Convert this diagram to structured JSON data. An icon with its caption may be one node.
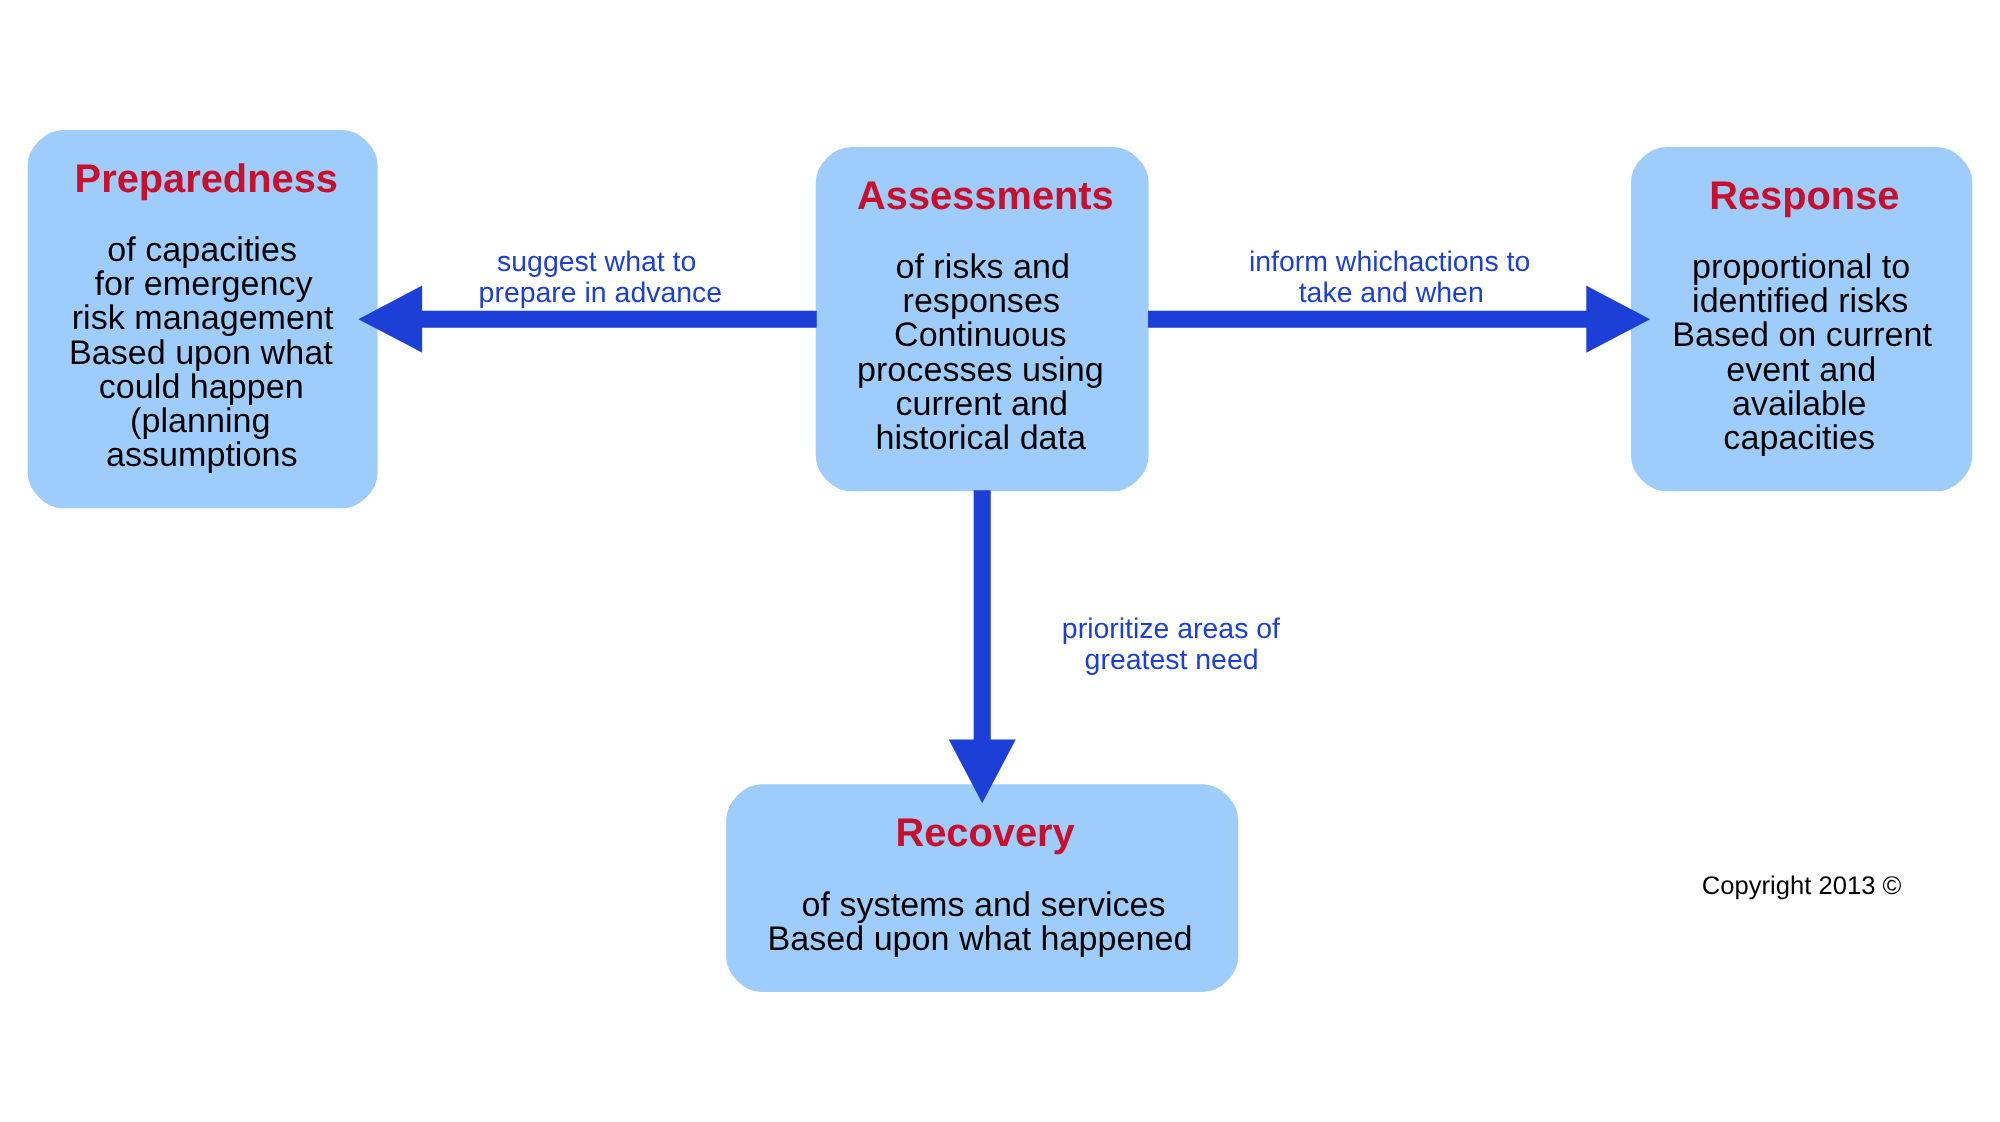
{
  "diagram": {
    "nodes": [
      {
        "text": [
          "Preparedness",
          "of capacities for emergency risk management",
          "Based upon what could happen (planning assumptions"
        ]
      },
      {
        "text": [
          "Assessments",
          "of risks and responses",
          "Continuous processes using current and historical data"
        ]
      },
      {
        "text": [
          "Response",
          "proportional to identified risks",
          "Based on current event and available capacities"
        ]
      },
      {
        "text": [
          "Recovery",
          "of systems and services",
          "Based upon what happened"
        ]
      }
    ],
    "edges": [
      {
        "from": 1,
        "to": 0,
        "arrow": "to",
        "label": "suggest what to prepare in advance"
      },
      {
        "from": 1,
        "to": 2,
        "arrow": "to",
        "label": "inform whichactions to take and when"
      },
      {
        "from": 1,
        "to": 3,
        "arrow": "to",
        "label": "prioritize areas of greatest need"
      }
    ],
    "labels": [
      "Copyright 2013 ©"
    ]
  }
}
